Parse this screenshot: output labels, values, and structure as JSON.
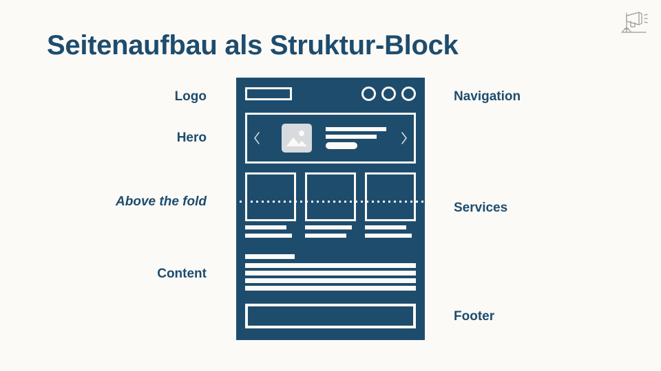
{
  "slide": {
    "title": "Seitenaufbau als Struktur-Block",
    "background_color": "#fbfaf7",
    "accent_color": "#1e4c6d"
  },
  "brand": {
    "logo_icon": "megaphone-on-stand-icon"
  },
  "labels": {
    "left": [
      {
        "id": "logo",
        "text": "Logo",
        "style": "bold"
      },
      {
        "id": "hero",
        "text": "Hero",
        "style": "bold"
      },
      {
        "id": "fold",
        "text": "Above the fold",
        "style": "bold-italic"
      },
      {
        "id": "content",
        "text": "Content",
        "style": "bold"
      }
    ],
    "right": [
      {
        "id": "navigation",
        "text": "Navigation",
        "style": "bold"
      },
      {
        "id": "services",
        "text": "Services",
        "style": "bold"
      },
      {
        "id": "footer",
        "text": "Footer",
        "style": "bold"
      }
    ]
  },
  "wireframe": {
    "header": {
      "logo_placeholder": "logo-box",
      "nav_items": [
        "nav-dot-1",
        "nav-dot-2",
        "nav-dot-3"
      ]
    },
    "hero": {
      "prev_control": "chevron-left-icon",
      "next_control": "chevron-right-icon",
      "image_placeholder": "image-icon",
      "text_lines": 2,
      "cta_button": "pill-button"
    },
    "services": {
      "cards": [
        {
          "id": "service-card-1",
          "lines": 2
        },
        {
          "id": "service-card-2",
          "lines": 2
        },
        {
          "id": "service-card-3",
          "lines": 2
        }
      ]
    },
    "content": {
      "heading_bar": "content-heading",
      "body_lines": 4
    },
    "footer": {
      "box": "footer-box"
    },
    "fold_divider": "dotted-fold-line"
  }
}
